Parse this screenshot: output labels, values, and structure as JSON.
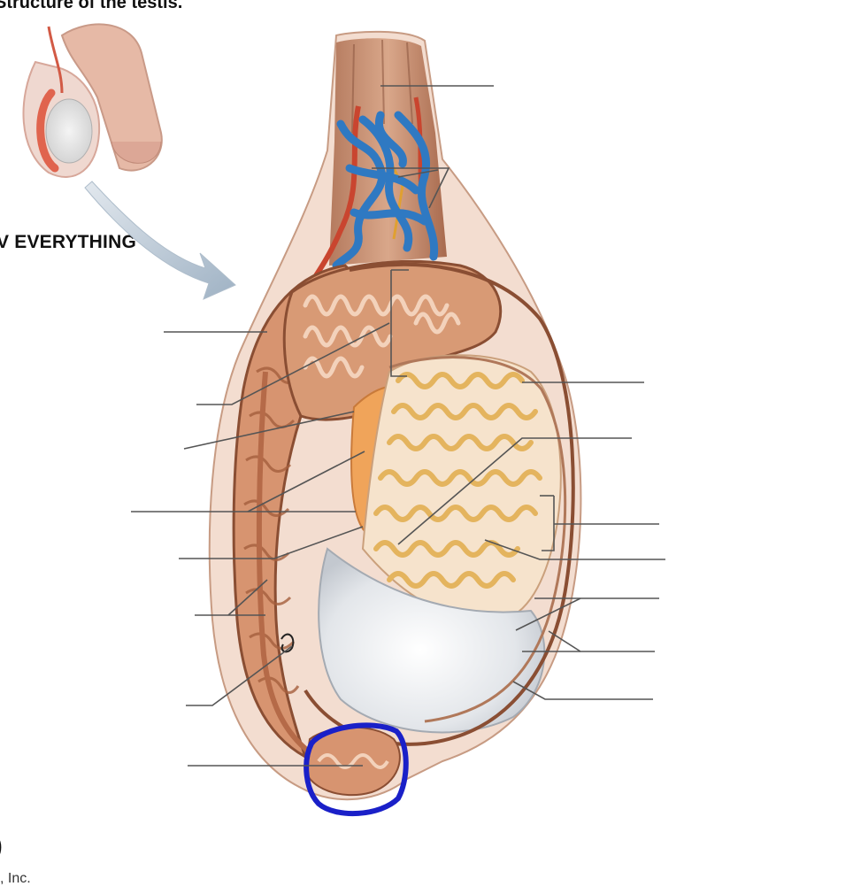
{
  "figure": {
    "title_text": "Structure of the testis.",
    "instruction_text": "V EVERYTHING",
    "figure_letter": ")",
    "copyright_text": ", Inc."
  },
  "colors": {
    "vein": "#2f79c2",
    "artery": "#c9452f",
    "tubule": "#e4b45e",
    "epididymis": "#d79470",
    "tunica": "#8a4e33",
    "highlight_circle": "#1a20c8",
    "leader_line": "#555555"
  },
  "label_lines": {
    "count": 18,
    "all_blank": true
  }
}
